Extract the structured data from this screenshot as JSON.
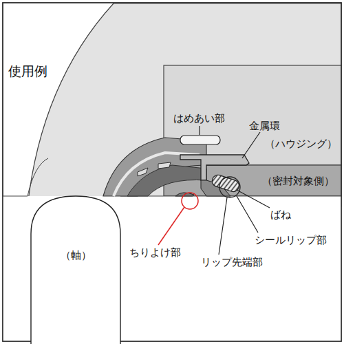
{
  "diagram": {
    "title": "使用例",
    "labels": [
      "はめあい部",
      "金属環",
      "（ハウジング）",
      "（密封対象側）",
      "ばね",
      "シールリップ部",
      "リップ先端部",
      "ちりよけ部",
      "（軸）"
    ]
  }
}
